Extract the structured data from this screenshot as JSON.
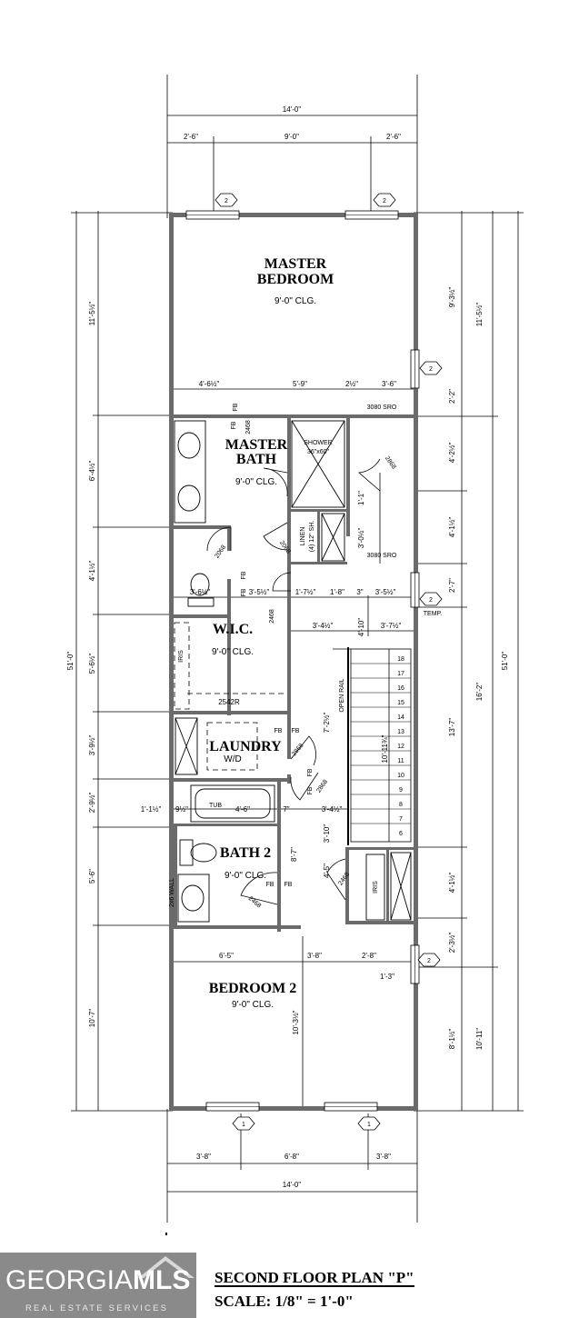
{
  "plan": {
    "title": "SECOND FLOOR PLAN \"P\"",
    "scale": "SCALE: 1/8\" = 1'-0\"",
    "rooms": {
      "master_bedroom": [
        "MASTER",
        "BEDROOM"
      ],
      "master_bedroom_clg": "9'-0\" CLG.",
      "master_bath": [
        "MASTER",
        "BATH"
      ],
      "master_bath_clg": "9'-0\" CLG.",
      "shower": [
        "SHOWER",
        "36\"x60\""
      ],
      "wic": "W.I.C.",
      "wic_clg": "9'-0\" CLG.",
      "laundry": "LAUNDRY",
      "laundry_wd": "W/D",
      "bath2": "BATH 2",
      "bath2_clg": "9'-0\" CLG.",
      "tub": "TUB",
      "bedroom2": "BEDROOM 2",
      "bedroom2_clg": "9'-0\" CLG.",
      "linen": "LINEN",
      "linen_shelves": "(4) 12\" SH.",
      "open_rail": "OPEN RAIL",
      "wall_2x6": "2x6 WALL",
      "iris": "IRIS"
    },
    "dims": {
      "top_total": "14'-0\"",
      "top_left": "2'-6\"",
      "top_mid": "9'-0\"",
      "top_right": "2'-6\"",
      "bottom_left": "3'-8\"",
      "bottom_mid": "6'-8\"",
      "bottom_right": "3'-8\"",
      "bottom_total": "14'-0\"",
      "left_overall": "51'-0\"",
      "right_overall": "51'-0\"",
      "left_segments": [
        "11'-5½\"",
        "6'-4½\"",
        "4'-1½\"",
        "5'-6½\"",
        "3'-9½\"",
        "2'-9½\"",
        "5'-6\"",
        "10'-7\""
      ],
      "right_outer": [
        "11'-5½\"",
        "16'-2\"",
        "10'-11\""
      ],
      "right_mid": [
        "9'-3½\"",
        "2'-2\"",
        "4'-2½\"",
        "4'-1½\"",
        "2'-7\"",
        "13'-7\"",
        "4'-1½\"",
        "2'-3½\"",
        "8'-1½\""
      ],
      "mb_row": [
        "4'-6½\"",
        "5'-9\"",
        "2½\"",
        "3'-6\""
      ],
      "row_a": [
        "3'-6½\"",
        "3'-5½\"",
        "1'-7½\"",
        "1'-8\"",
        "3\"",
        "3'-5½\""
      ],
      "row_b": [
        "3'-4½\"",
        "4'-10\"",
        "3'-7½\""
      ],
      "tub_len": "4'-6\"",
      "tub_row": [
        "1'-1½\"",
        "9½\"",
        "7\"",
        "3'-4½\""
      ],
      "bed2_row": [
        "6'-5\"",
        "3'-8\"",
        "2'-8\""
      ],
      "misc": [
        "1'-1\"",
        "3'-0½\"",
        "7'-2½\"",
        "10'-11¾\"",
        "3'-10\"",
        "4'-5\"",
        "8'-7\"",
        "1'-3\"",
        "10'-3½\"",
        "2542R"
      ],
      "temp": "TEMP."
    },
    "doors": [
      "2468",
      "2068",
      "2068",
      "2468",
      "2868",
      "2868",
      "2868",
      "2468",
      "2468"
    ],
    "sro": [
      "3080 SRO",
      "3080 SRO"
    ],
    "fb": "FB",
    "window_tags": [
      "2",
      "2",
      "2",
      "2",
      "2",
      "1",
      "1"
    ],
    "steps": [
      "18",
      "17",
      "16",
      "15",
      "14",
      "13",
      "12",
      "11",
      "10",
      "9",
      "8",
      "7",
      "6"
    ]
  },
  "logo": {
    "brand_light": "GEORGIA",
    "brand_bold": "MLS",
    "tagline": "REAL ESTATE SERVICES"
  }
}
